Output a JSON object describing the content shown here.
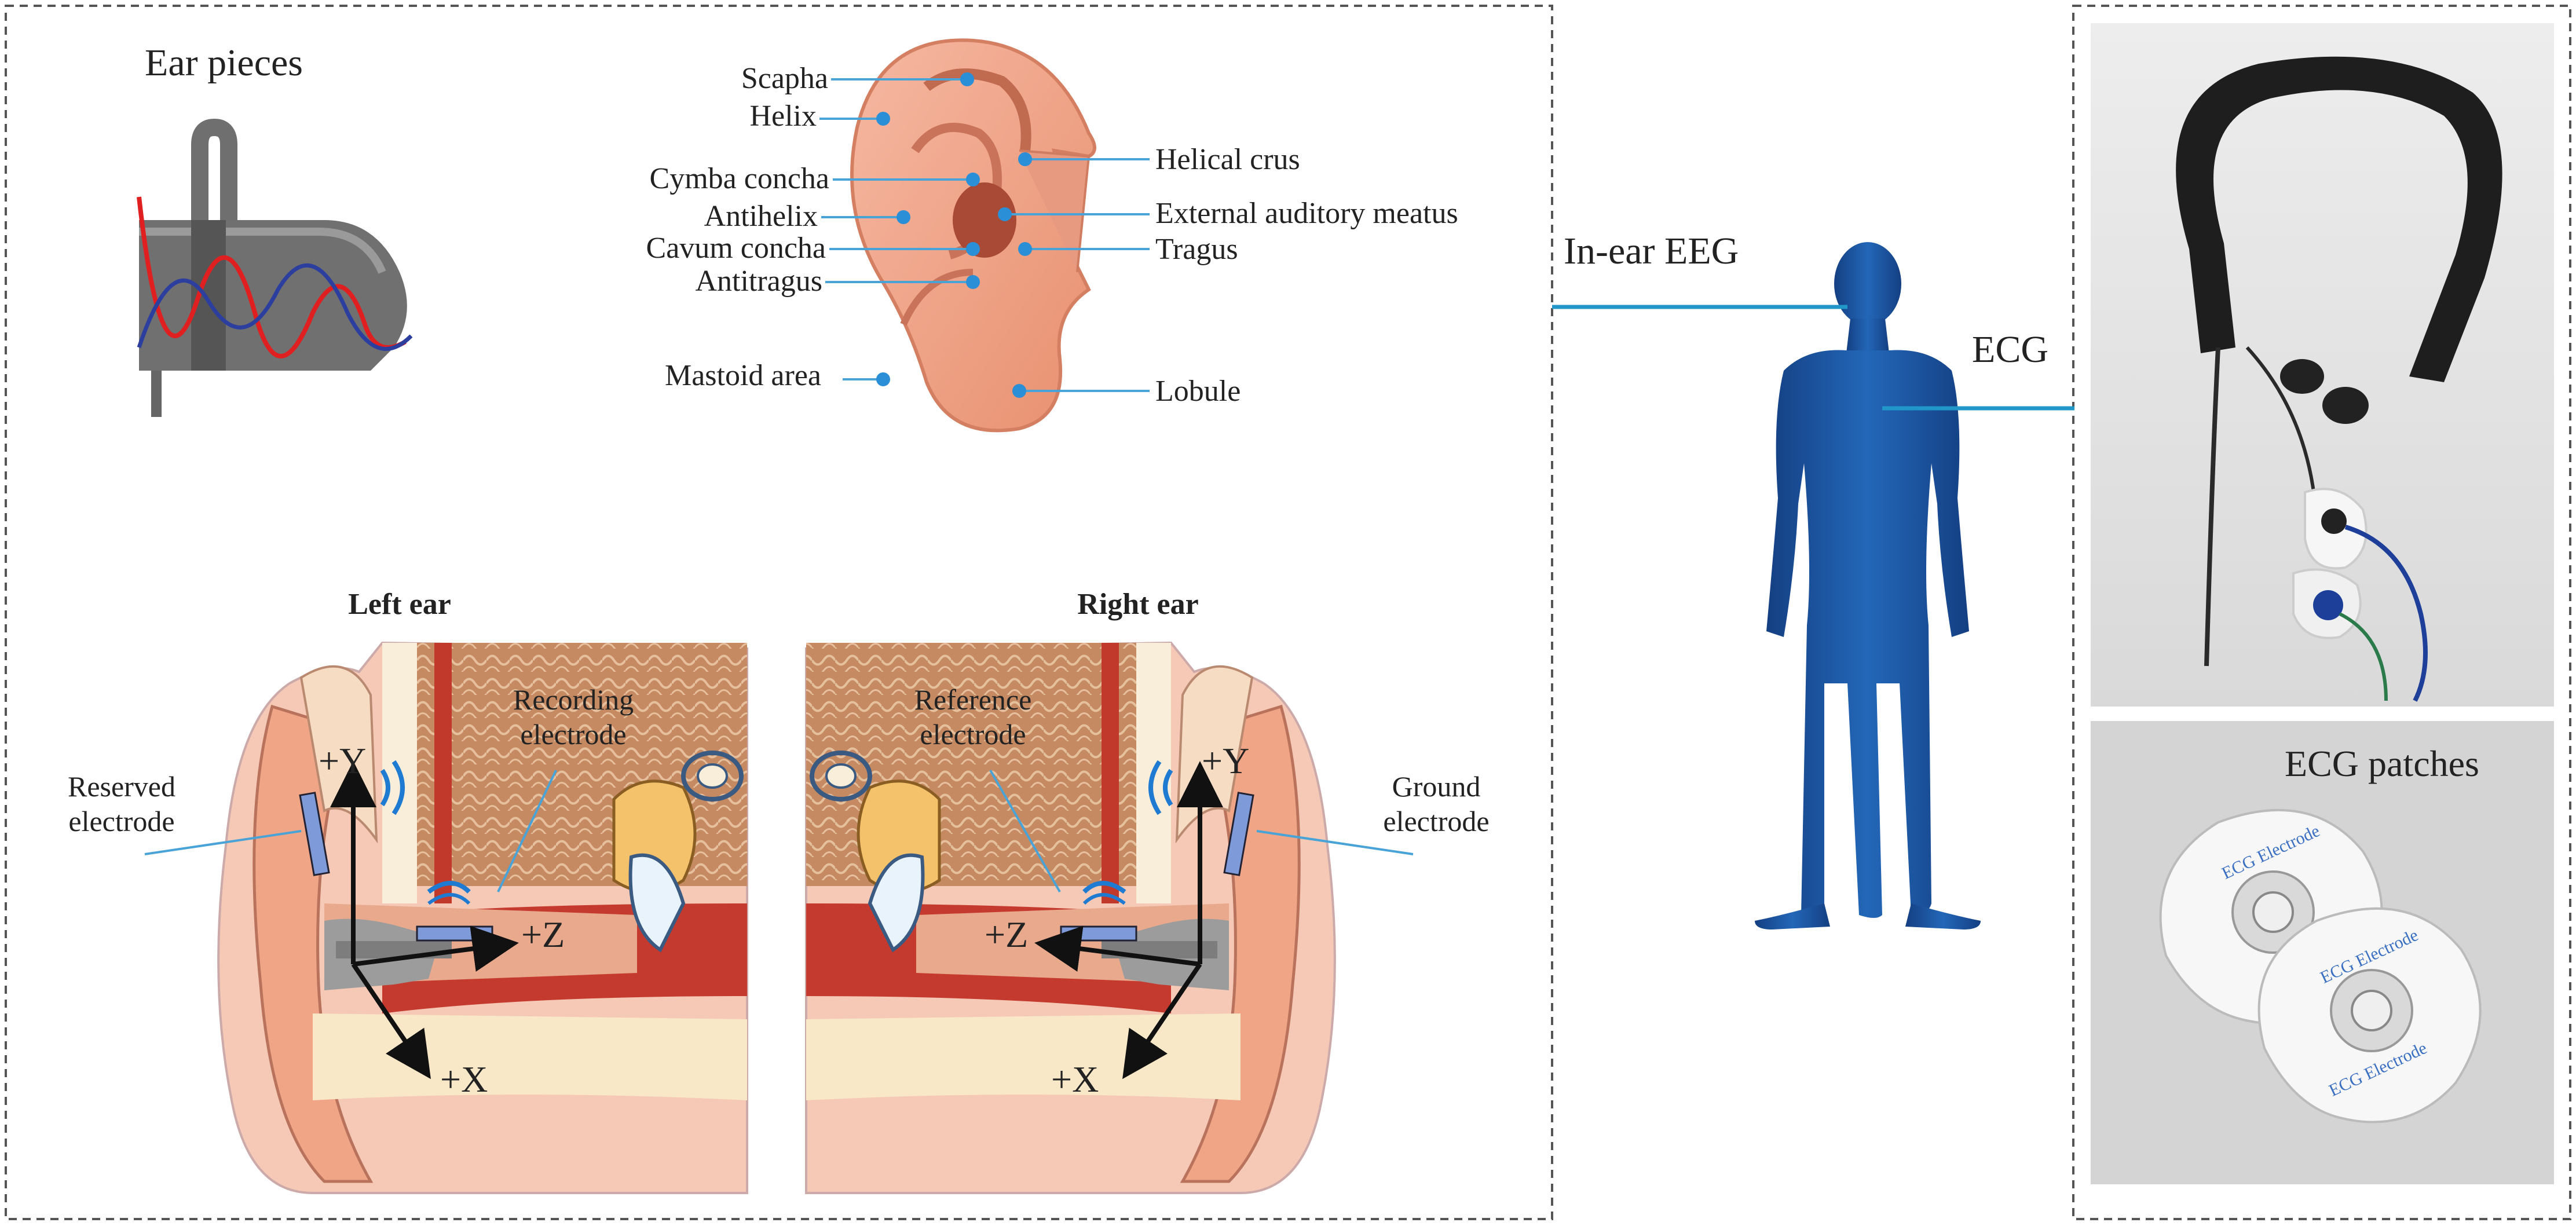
{
  "left_panel": {
    "ear_pieces_title": "Ear pieces",
    "ear_labels": {
      "scapha": "Scapha",
      "helix": "Helix",
      "cymba_concha": "Cymba concha",
      "antihelix": "Antihelix",
      "cavum_concha": "Cavum concha",
      "antitragus": "Antitragus",
      "mastoid_area": "Mastoid area",
      "helical_crus": "Helical crus",
      "external_auditory_meatus": "External auditory meatus",
      "tragus": "Tragus",
      "lobule": "Lobule"
    },
    "left_ear": {
      "title": "Left ear",
      "recording_electrode": [
        "Recording",
        "electrode"
      ],
      "reserved_electrode": [
        "Reserved",
        "electrode"
      ],
      "axis_y": "+Y",
      "axis_z": "+Z",
      "axis_x": "+X"
    },
    "right_ear": {
      "title": "Right ear",
      "reference_electrode": [
        "Reference",
        "electrode"
      ],
      "ground_electrode": [
        "Ground",
        "electrode"
      ],
      "axis_y": "+Y",
      "axis_z": "+Z",
      "axis_x": "+X"
    }
  },
  "center": {
    "in_ear_eeg_label": "In-ear EEG",
    "ecg_label": "ECG"
  },
  "right_panel": {
    "ecg_patches_title": "ECG patches",
    "patch_text": "ECG Electrode"
  },
  "colors": {
    "label_line": "#4aa3d6",
    "dot": "#2a8fd6",
    "connector": "#2196c8",
    "body": "#1e5aa8",
    "skin": "#f2a48c",
    "dash": "#555555"
  }
}
